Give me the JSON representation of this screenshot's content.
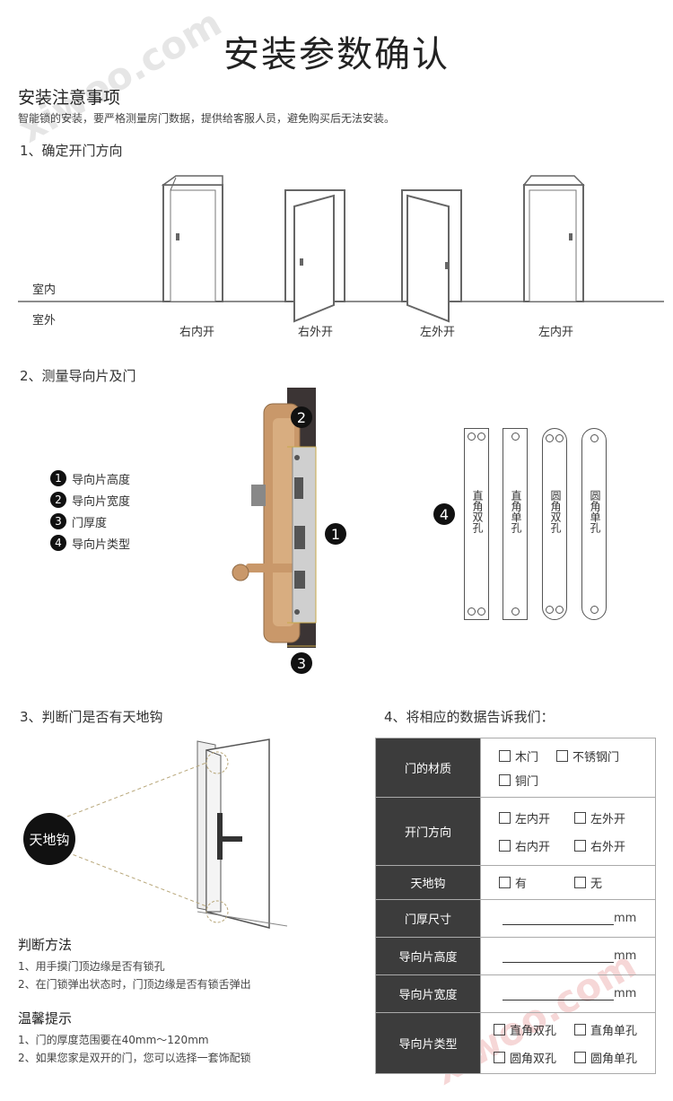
{
  "title": "安装参数确认",
  "notes": {
    "heading": "安装注意事项",
    "desc": "智能锁的安装，要严格测量房门数据，提供给客服人员，避免购买后无法安装。"
  },
  "step1": {
    "title": "1、确定开门方向",
    "indoor": "室内",
    "outdoor": "室外",
    "doors": [
      "右内开",
      "右外开",
      "左外开",
      "左内开"
    ]
  },
  "step2": {
    "title": "2、测量导向片及门",
    "legend": [
      {
        "num": "1",
        "label": "导向片高度"
      },
      {
        "num": "2",
        "label": "导向片宽度"
      },
      {
        "num": "3",
        "label": "门厚度"
      },
      {
        "num": "4",
        "label": "导向片类型"
      }
    ],
    "markers": [
      "1",
      "2",
      "3",
      "4"
    ],
    "plates": [
      "直角双孔",
      "直角单孔",
      "圆角双孔",
      "圆角单孔"
    ]
  },
  "step3": {
    "title": "3、判断门是否有天地钩",
    "badge": "天地钩",
    "method_title": "判断方法",
    "methods": [
      "1、用手摸门顶边缘是否有锁孔",
      "2、在门锁弹出状态时，门顶边缘是否有锁舌弹出"
    ],
    "tips_title": "温馨提示",
    "tips": [
      "1、门的厚度范围要在40mm～120mm",
      "2、如果您家是双开的门，您可以选择一套饰配锁"
    ]
  },
  "step4": {
    "title": "4、将相应的数据告诉我们：",
    "rows": {
      "material": {
        "label": "门的材质",
        "options": [
          "木门",
          "不锈钢门",
          "铜门"
        ]
      },
      "direction": {
        "label": "开门方向",
        "options": [
          "左内开",
          "左外开",
          "右内开",
          "右外开"
        ]
      },
      "hook": {
        "label": "天地钩",
        "options": [
          "有",
          "无"
        ]
      },
      "thickness": {
        "label": "门厚尺寸",
        "unit": "mm"
      },
      "plate_height": {
        "label": "导向片高度",
        "unit": "mm"
      },
      "plate_width": {
        "label": "导向片宽度",
        "unit": "mm"
      },
      "plate_type": {
        "label": "导向片类型",
        "options": [
          "直角双孔",
          "直角单孔",
          "圆角双孔",
          "圆角单孔"
        ]
      }
    }
  },
  "watermarks": [
    "xiwoo.com",
    "xiwoo.com"
  ],
  "colors": {
    "dark": "#3c3c3c",
    "lock_gold": "#c9986a",
    "watermark": "#e68c8c"
  }
}
